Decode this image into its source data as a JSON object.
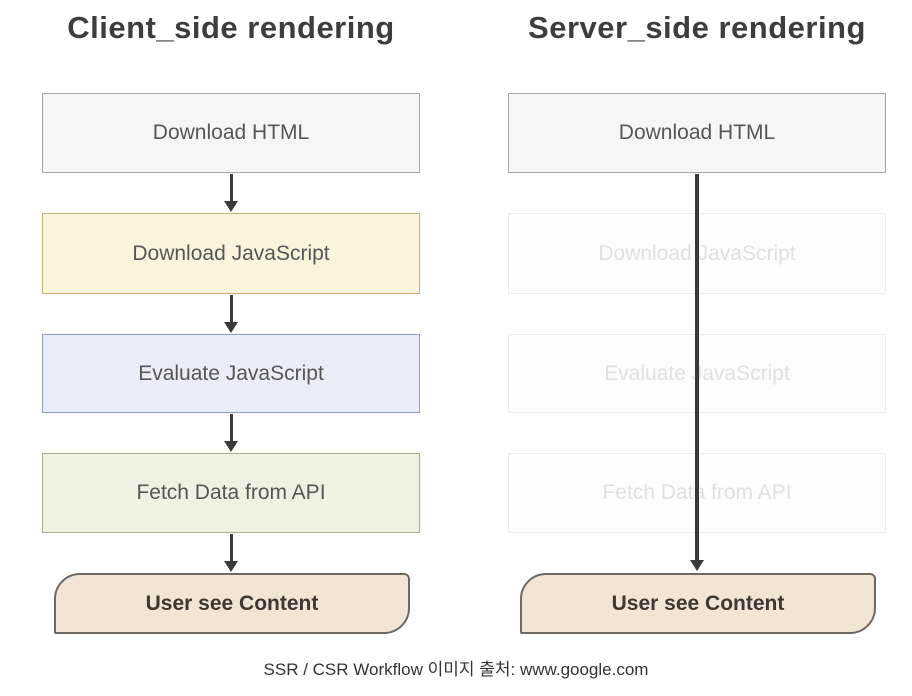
{
  "diagram": {
    "csr": {
      "title": "Client_side rendering",
      "steps": [
        {
          "label": "Download HTML"
        },
        {
          "label": "Download JavaScript"
        },
        {
          "label": "Evaluate JavaScript"
        },
        {
          "label": "Fetch Data from API"
        }
      ],
      "result": {
        "label": "User see Content"
      }
    },
    "ssr": {
      "title": "Server_side rendering",
      "steps": [
        {
          "label": "Download HTML",
          "skipped": false
        },
        {
          "label": "Download JavaScript",
          "skipped": true
        },
        {
          "label": "Evaluate JavaScript",
          "skipped": true
        },
        {
          "label": "Fetch Data from API",
          "skipped": true
        }
      ],
      "result": {
        "label": "User see Content"
      }
    },
    "colors": {
      "step_plain_fill": "#f6f6f6",
      "step_plain_border": "#a6a6a6",
      "download_js_fill": "#fbf4dc",
      "download_js_border": "#c6b274",
      "evaluate_js_fill": "#e9edf8",
      "evaluate_js_border": "#8f9cc6",
      "fetch_api_fill": "#edf2e1",
      "fetch_api_border": "#a3b089",
      "result_fill": "#f3e5d6",
      "result_border": "#6e6862",
      "skipped_fill": "#fdfdfd",
      "skipped_border": "#ececec",
      "skipped_text": "#e0e0e0",
      "arrow": "#3a3a3a",
      "title_text": "#3d3d3d",
      "step_text": "#565656"
    }
  },
  "caption": "SSR / CSR Workflow 이미지 출처: www.google.com"
}
